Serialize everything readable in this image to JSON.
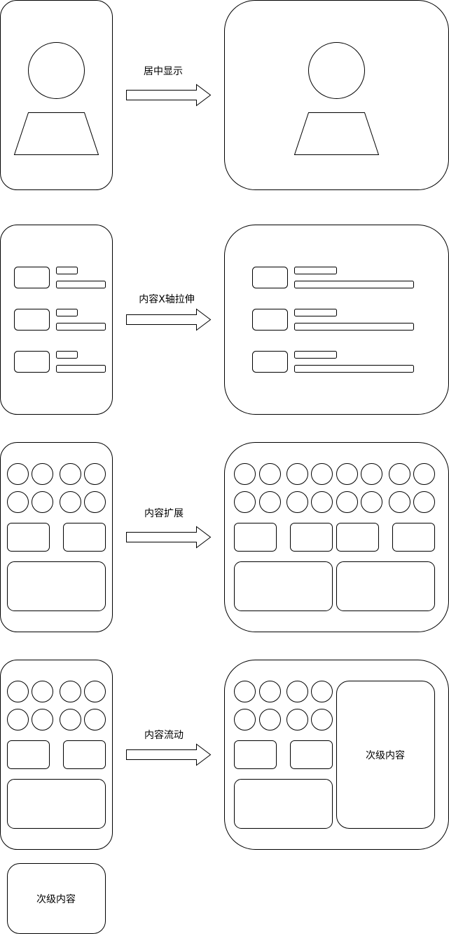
{
  "colors": {
    "stroke": "#000000",
    "fill": "#ffffff",
    "text": "#000000"
  },
  "transitions": {
    "center": "居中显示",
    "stretch": "内容X轴拉伸",
    "expand": "内容扩展",
    "flow": "内容流动"
  },
  "secondary_content_label": "次级内容",
  "secondary_content_label_standalone": "次级内容",
  "icons": [
    "avatar-icon",
    "arrow-right-icon"
  ]
}
